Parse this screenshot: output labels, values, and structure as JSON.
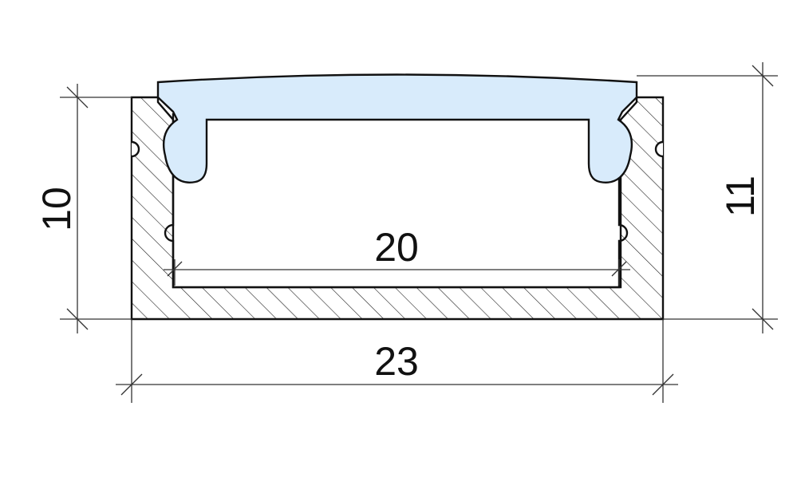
{
  "drawing": {
    "dimensions": {
      "inner_width": "20",
      "outer_width": "23",
      "profile_height": "10",
      "total_height": "11"
    },
    "colors": {
      "line": "#111111",
      "profile_fill": "#ffffff",
      "hatch": "#222222",
      "diffuser_fill": "#d8ebfb",
      "dimension_line": "#333333",
      "background": "#ffffff"
    }
  }
}
